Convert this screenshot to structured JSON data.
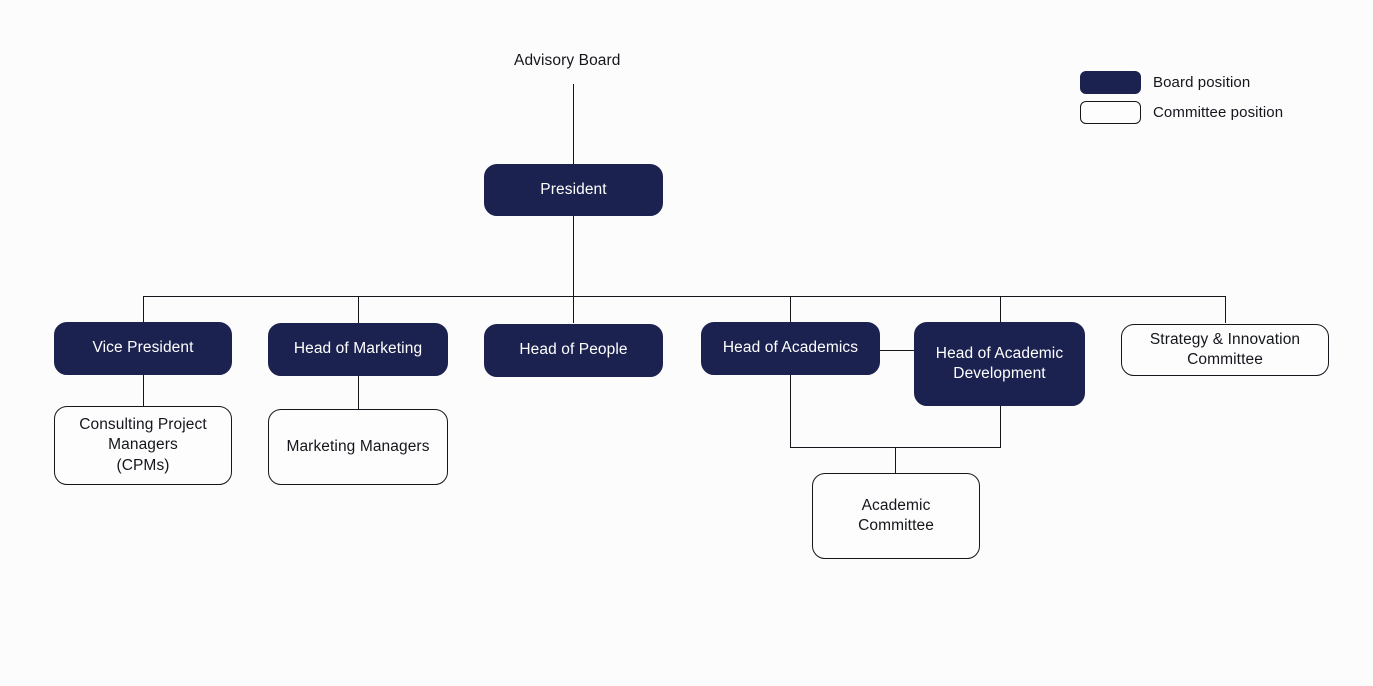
{
  "chart": {
    "type": "org-chart",
    "background_color": "#fcfcfc",
    "board_color": "#1c2250",
    "committee_border_color": "#14161c",
    "line_color": "#14161c",
    "root": {
      "label": "Advisory Board",
      "kind": "text-label"
    },
    "nodes": [
      {
        "id": "president",
        "label": "President",
        "kind": "board",
        "level": 1
      },
      {
        "id": "vice-president",
        "label": "Vice President",
        "kind": "board",
        "level": 2
      },
      {
        "id": "head-marketing",
        "label": "Head of Marketing",
        "kind": "board",
        "level": 2
      },
      {
        "id": "head-people",
        "label": "Head of People",
        "kind": "board",
        "level": 2
      },
      {
        "id": "head-academics",
        "label": "Head of Academics",
        "kind": "board",
        "level": 2
      },
      {
        "id": "head-academic-development",
        "label": "Head of Academic\nDevelopment",
        "kind": "board",
        "level": 2
      },
      {
        "id": "strategy-innovation-committee",
        "label": "Strategy & Innovation\nCommittee",
        "kind": "committee",
        "level": 2
      },
      {
        "id": "cpms",
        "label": "Consulting Project\nManagers\n(CPMs)",
        "kind": "committee",
        "level": 3
      },
      {
        "id": "marketing-managers",
        "label": "Marketing Managers",
        "kind": "committee",
        "level": 3
      },
      {
        "id": "academic-committee",
        "label": "Academic\nCommittee",
        "kind": "committee",
        "level": 3
      }
    ],
    "edges": [
      {
        "from": "advisory-board",
        "to": "president"
      },
      {
        "from": "president",
        "to": "vice-president"
      },
      {
        "from": "president",
        "to": "head-marketing"
      },
      {
        "from": "president",
        "to": "head-people"
      },
      {
        "from": "president",
        "to": "head-academics"
      },
      {
        "from": "president",
        "to": "head-academic-development"
      },
      {
        "from": "president",
        "to": "strategy-innovation-committee"
      },
      {
        "from": "head-academics",
        "to": "head-academic-development"
      },
      {
        "from": "vice-president",
        "to": "cpms"
      },
      {
        "from": "head-marketing",
        "to": "marketing-managers"
      },
      {
        "from": "head-academics",
        "to": "academic-committee"
      },
      {
        "from": "head-academic-development",
        "to": "academic-committee"
      }
    ]
  },
  "legend": {
    "items": [
      {
        "label": "Board position",
        "swatch": "filled"
      },
      {
        "label": "Committee position",
        "swatch": "outlined"
      }
    ]
  }
}
